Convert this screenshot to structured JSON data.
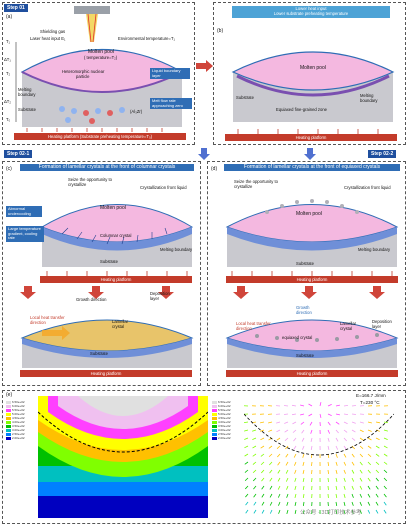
{
  "colors": {
    "blue": "#2f6db5",
    "red": "#c33b2a",
    "pool": "#f4b8e0",
    "substrate": "#c9c9cf"
  },
  "step01": {
    "tag": "Step 01",
    "panel": "(a)",
    "shielding": "Shielding gas",
    "laser": "Laser heat input E₁",
    "env": "Environmental temperature=T₁",
    "pool": "Molten pool",
    "pooltemp": "( temperature=T₂)",
    "hetero": "Heteromorphic nuclear",
    "particle": "particle",
    "liquid": "Liquid boundary layer",
    "melting": "Melting",
    "boundary": "boundary",
    "substrate": "Substrate",
    "meltflow": "Melt flow rate approaching zero",
    "alzr": "(Al₃Zr)",
    "platform": "Heating platform (Substrate preheating temperature=T₀)",
    "t1": "T₁",
    "dt1": "ΔT₁",
    "t2": "T₂",
    "dt2": "ΔT₂",
    "t0": "T₀"
  },
  "panelB": {
    "panel": "(b)",
    "title1": "Lower heat input",
    "title2": "Lower substrate preheating temperature",
    "pool": "Molten pool",
    "substrate": "Substrate",
    "melting": "Melting boundary",
    "equiaxed": "Equiaxed fine-grained zone",
    "platform": "Heating platform"
  },
  "step021": {
    "tag": "Step 02-1",
    "panel": "(c)",
    "title": "Formation of lamellar crystals at the front of columnar crystals",
    "seize": "Seize the opportunity to crystallize",
    "front": "Crystallization front liquid",
    "pool": "Molten pool",
    "abnormal": "Abnormal undercooling",
    "large": "Large temperature gradient, cooling rate",
    "columnar": "Columnar crystal",
    "melting": "Melting boundary",
    "substrate": "Substrate",
    "platform": "Heating platform",
    "growth": "Growth direction",
    "deposition": "Deposition layer",
    "local": "Local heat transfer direction",
    "lamellar": "Lamellar crystal",
    "substrate2": "Substrate",
    "platform2": "Heating platform"
  },
  "step022": {
    "tag": "Step 02-2",
    "panel": "(d)",
    "title": "Formation of lamellar crystals at the front of equiaxed crystals",
    "seize": "Seize the opportunity to crystallize",
    "front": "Crystallization front liquid",
    "pool": "Molten pool",
    "melting": "Melting boundary",
    "substrate": "Substrate",
    "platform": "Heating platform",
    "growth": "Growth direction",
    "deposition": "Deposition layer",
    "local": "Local heat transfer direction",
    "lamellar": "Lamellar crystal",
    "equiaxed": "equiaxed crystal",
    "substrate2": "Substrate",
    "platform2": "Heating platform"
  },
  "panelE": {
    "panel": "(e)",
    "e": "E=166.7 J/mm",
    "t": "T=230 °C",
    "watermark": "公众号 · 3D打印技术参考",
    "legend": [
      "6.50e+02",
      "6.00e+02",
      "5.50e+02",
      "5.00e+02",
      "4.50e+02",
      "4.00e+02",
      "3.50e+02",
      "3.00e+02",
      "2.50e+02",
      "2.00e+02"
    ]
  }
}
